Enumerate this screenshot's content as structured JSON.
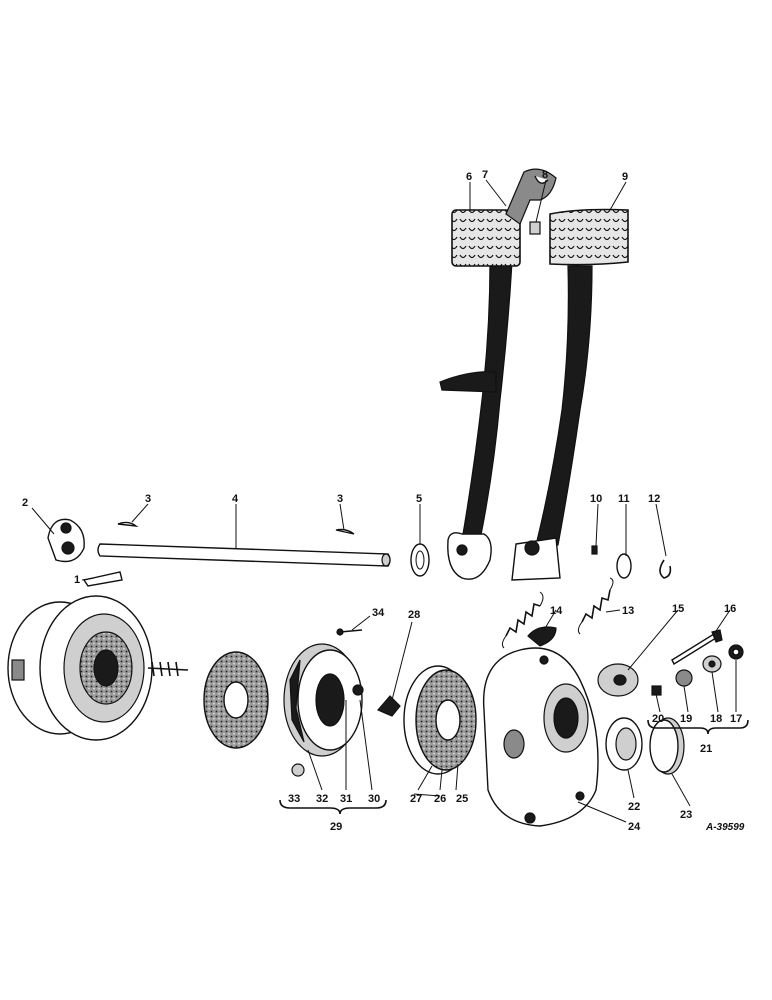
{
  "callouts": [
    "1",
    "2",
    "3",
    "4",
    "5",
    "6",
    "7",
    "8",
    "9",
    "10",
    "11",
    "12",
    "13",
    "14",
    "15",
    "16",
    "17",
    "18",
    "19",
    "20",
    "21",
    "22",
    "23",
    "24",
    "25",
    "26",
    "27",
    "28",
    "29",
    "30",
    "31",
    "32",
    "33",
    "34"
  ],
  "group_labels": {
    "g21": "21",
    "g29": "29"
  },
  "drawing_ref": "A-39599",
  "colors": {
    "ink": "#111111",
    "paper": "#ffffff"
  }
}
